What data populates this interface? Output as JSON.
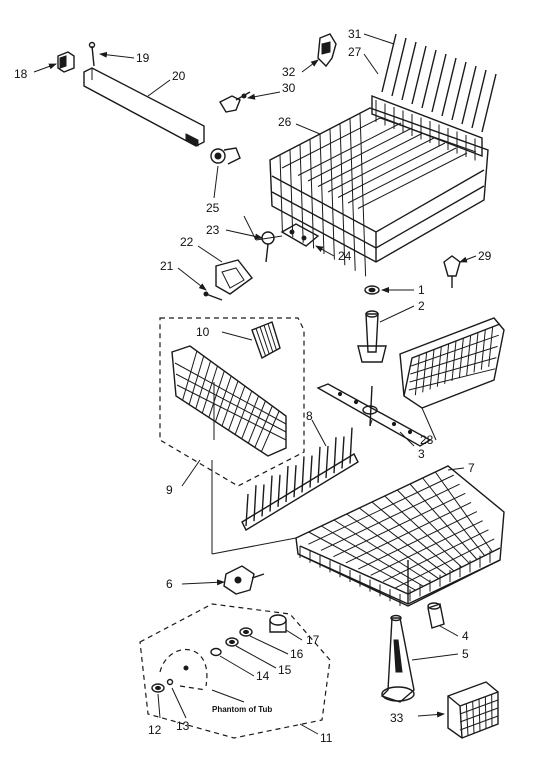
{
  "diagram": {
    "type": "exploded parts diagram",
    "callouts": [
      "1",
      "2",
      "3",
      "4",
      "5",
      "6",
      "7",
      "8",
      "9",
      "10",
      "11",
      "12",
      "13",
      "14",
      "15",
      "16",
      "17",
      "18",
      "19",
      "20",
      "21",
      "22",
      "23",
      "24",
      "25",
      "26",
      "27",
      "28",
      "29",
      "30",
      "31",
      "32",
      "33"
    ],
    "note_text": "Phantom of Tub"
  }
}
